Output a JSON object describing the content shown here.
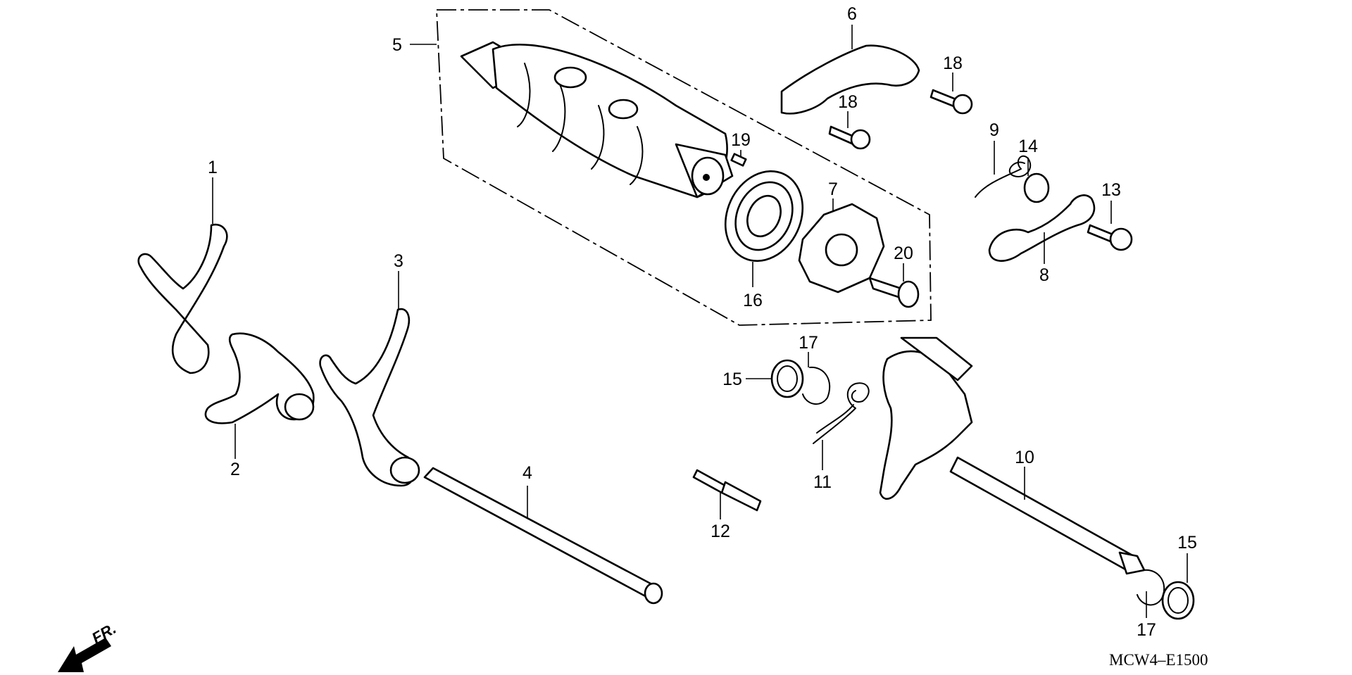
{
  "diagram": {
    "code": "MCW4–E1500",
    "direction_label": "FR.",
    "callouts": [
      {
        "id": "c1",
        "text": "1"
      },
      {
        "id": "c2",
        "text": "2"
      },
      {
        "id": "c3",
        "text": "3"
      },
      {
        "id": "c4",
        "text": "4"
      },
      {
        "id": "c5",
        "text": "5"
      },
      {
        "id": "c6",
        "text": "6"
      },
      {
        "id": "c7",
        "text": "7"
      },
      {
        "id": "c8",
        "text": "8"
      },
      {
        "id": "c9",
        "text": "9"
      },
      {
        "id": "c10",
        "text": "10"
      },
      {
        "id": "c11",
        "text": "11"
      },
      {
        "id": "c12",
        "text": "12"
      },
      {
        "id": "c13",
        "text": "13"
      },
      {
        "id": "c14",
        "text": "14"
      },
      {
        "id": "c15a",
        "text": "15"
      },
      {
        "id": "c15b",
        "text": "15"
      },
      {
        "id": "c16",
        "text": "16"
      },
      {
        "id": "c17a",
        "text": "17"
      },
      {
        "id": "c17b",
        "text": "17"
      },
      {
        "id": "c18a",
        "text": "18"
      },
      {
        "id": "c18b",
        "text": "18"
      },
      {
        "id": "c19",
        "text": "19"
      },
      {
        "id": "c20",
        "text": "20"
      }
    ]
  }
}
